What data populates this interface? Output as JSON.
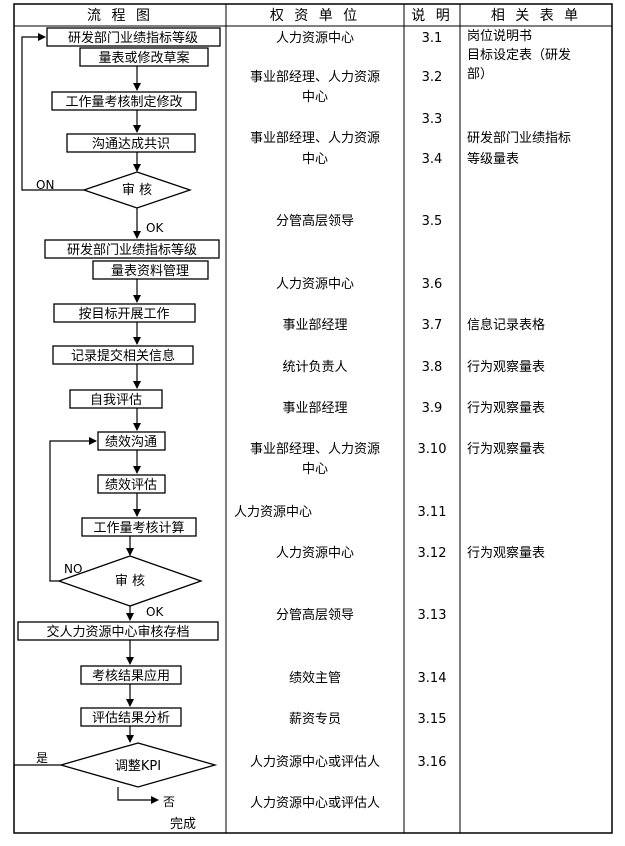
{
  "headers": [
    "流 程 图",
    "权 资 单 位",
    "说 明",
    "相 关 表 单"
  ],
  "flow": {
    "b1_l1": "研发部门业绩指标等级",
    "b1_l2": "量表或修改草案",
    "b2": "工作量考核制定修改",
    "b3": "沟通达成共识",
    "d1": "审 核",
    "b4_l1": "研发部门业绩指标等级",
    "b4_l2": "量表资料管理",
    "b5": "按目标开展工作",
    "b6": "记录提交相关信息",
    "b7": "自我评估",
    "b8": "绩效沟通",
    "b9": "绩效评估",
    "b10": "工作量考核计算",
    "d2": "审 核",
    "b11": "交人力资源中心审核存档",
    "b12": "考核结果应用",
    "b13": "评估结果分析",
    "d3": "调整KPI",
    "on": "ON",
    "ok1": "OK",
    "no": "NO",
    "ok2": "OK",
    "yes": "是",
    "fou": "否",
    "done": "完成"
  },
  "units": {
    "u1": "人力资源中心",
    "u2a": "事业部经理、人力资源",
    "u2b": "中心",
    "u3a": "事业部经理、人力资源",
    "u3b": "中心",
    "u4": "分管高层领导",
    "u5": "人力资源中心",
    "u6": "事业部经理",
    "u7": "统计负责人",
    "u8": "事业部经理",
    "u9a": "事业部经理、人力资源",
    "u9b": "中心",
    "u10": "人力资源中心",
    "u11": "人力资源中心",
    "u12": "分管高层领导",
    "u13": "绩效主管",
    "u14": "薪资专员",
    "u15": "人力资源中心或评估人",
    "u16": "人力资源中心或评估人"
  },
  "nums": [
    "3.1",
    "3.2",
    "3.3",
    "3.4",
    "3.5",
    "3.6",
    "3.7",
    "3.8",
    "3.9",
    "3.10",
    "3.11",
    "3.12",
    "3.13",
    "3.14",
    "3.15",
    "3.16"
  ],
  "forms": {
    "f1a": "岗位说明书",
    "f1b": "目标设定表（研发",
    "f1c": "部）",
    "f2a": "研发部门业绩指标",
    "f2b": "等级量表",
    "f3": "信息记录表格",
    "f4": "行为观察量表",
    "f5": "行为观察量表",
    "f6": "行为观察量表",
    "f7": "行为观察量表"
  }
}
